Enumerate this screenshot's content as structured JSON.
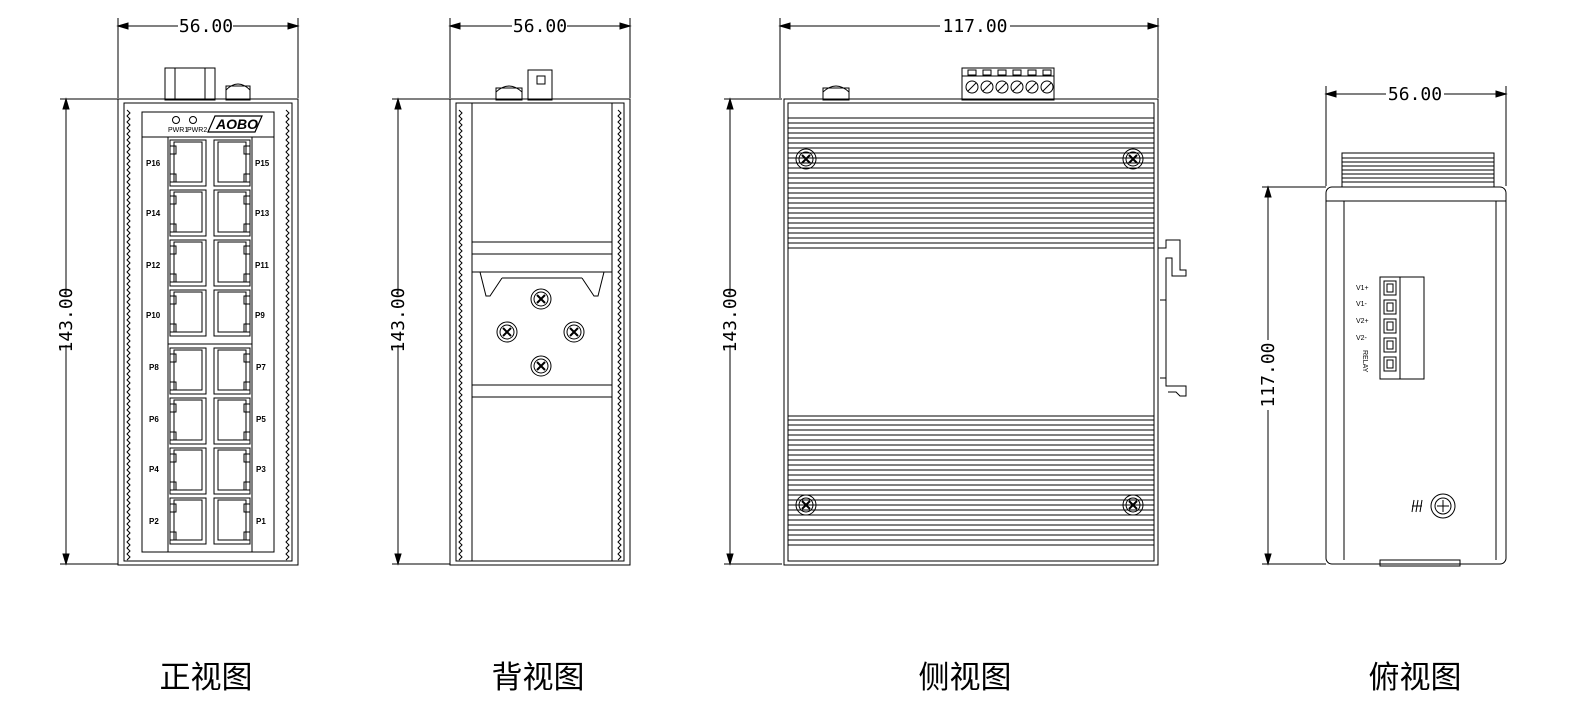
{
  "views": {
    "front": {
      "caption": "正视图",
      "width_dim": "56.00",
      "height_dim": "143.00",
      "brand": "AOBO",
      "leds": [
        "PWR1",
        "PWR2"
      ],
      "ports_left": [
        "P16",
        "P14",
        "P12",
        "P10",
        "P8",
        "P6",
        "P4",
        "P2"
      ],
      "ports_right": [
        "P15",
        "P13",
        "P11",
        "P9",
        "P7",
        "P5",
        "P3",
        "P1"
      ]
    },
    "back": {
      "caption": "背视图",
      "width_dim": "56.00",
      "height_dim": "143.00"
    },
    "side": {
      "caption": "侧视图",
      "width_dim": "117.00",
      "height_dim": "143.00"
    },
    "top": {
      "caption": "俯视图",
      "width_dim": "56.00",
      "height_dim": "117.00",
      "terminal_labels": [
        "V1+",
        "V1-",
        "V2+",
        "V2-"
      ],
      "relay_label": "RELAY"
    }
  }
}
